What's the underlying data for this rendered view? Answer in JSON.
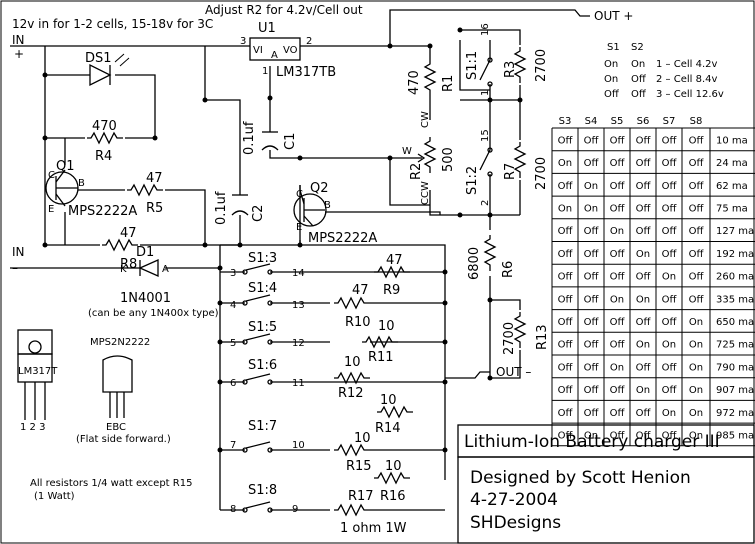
{
  "notes": {
    "adjust": "Adjust R2 for 4.2v/Cell out",
    "input": "12v in for 1-2 cells, 15-18v for 3C",
    "in_plus_1": "IN",
    "in_plus_2": "+",
    "in_minus_1": "IN",
    "in_minus_2": "–",
    "out_plus": "OUT +",
    "out_minus": "OUT –",
    "resistors": "All resistors 1/4 watt except R15",
    "resistors2": "(1 Watt)",
    "diode_note": "(can be any 1N400x type)",
    "flat_side": "(Flat side forward.)"
  },
  "parts": {
    "U1": "U1",
    "U1_model": "LM317TB",
    "U1_vi": "VI",
    "U1_adj": "A",
    "U1_vo": "VO",
    "U1_pin_in": "3",
    "U1_pin_adj": "1",
    "U1_pin_out": "2",
    "DS1": "DS1",
    "R4_val": "470",
    "R4": "R4",
    "Q1": "Q1",
    "Q1_model": "MPS2222A",
    "Q1_c": "C",
    "Q1_b": "B",
    "Q1_e": "E",
    "R5_val": "47",
    "R5": "R5",
    "R8_val": "47",
    "R8": "R8",
    "C1_val": "0.1uf",
    "C1": "C1",
    "C2_val": "0.1uf",
    "C2": "C2",
    "Q2": "Q2",
    "Q2_model": "MPS2222A",
    "Q2_c": "C",
    "Q2_b": "B",
    "Q2_e": "E",
    "D1": "D1",
    "D1_model": "1N4001",
    "D1_k": "K",
    "D1_a": "A",
    "R1_val": "470",
    "R1": "R1",
    "R2_val": "500",
    "R2": "R2",
    "R2_w": "W",
    "R2_cw": "CW",
    "R2_ccw": "CCW",
    "R3_val": "2700",
    "R3": "R3",
    "R7_val": "2700",
    "R7": "R7",
    "R6_val": "6800",
    "R6": "R6",
    "R13_val": "2700",
    "R13": "R13",
    "S1_1": "S1:1",
    "S1_1_p16": "16",
    "S1_1_p1": "1",
    "S1_2": "S1:2",
    "S1_2_p15": "15",
    "S1_2_p2": "2",
    "S1_3": "S1:3",
    "S1_3_pa": "3",
    "S1_3_pb": "14",
    "S1_4": "S1:4",
    "S1_4_pa": "4",
    "S1_4_pb": "13",
    "S1_5": "S1:5",
    "S1_5_pa": "5",
    "S1_5_pb": "12",
    "S1_6": "S1:6",
    "S1_6_pa": "6",
    "S1_6_pb": "11",
    "S1_7": "S1:7",
    "S1_7_pa": "7",
    "S1_7_pb": "10",
    "S1_8": "S1:8",
    "S1_8_pa": "8",
    "S1_8_pb": "9",
    "R9_val": "47",
    "R9": "R9",
    "R10_val": "47",
    "R10": "R10",
    "R11_val": "10",
    "R11": "R11",
    "R12_val": "10",
    "R12": "R12",
    "R14_val": "10",
    "R14": "R14",
    "R15_val": "10",
    "R15": "R15",
    "R16_val": "10",
    "R16": "R16",
    "R17": "R17",
    "R17_val": "1 ohm 1W",
    "pkg_lm317": "LM317T",
    "pkg_lm317_pins": "1 2 3",
    "pkg_2222": "MPS2N2222",
    "pkg_2222_pins": "EBC"
  },
  "cell_table": {
    "headers": [
      "S1",
      "S2"
    ],
    "rows": [
      [
        "On",
        "On",
        "1 – Cell 4.2v"
      ],
      [
        "On",
        "Off",
        "2 – Cell 8.4v"
      ],
      [
        "Off",
        "Off",
        "3 – Cell 12.6v"
      ]
    ]
  },
  "current_table": {
    "headers": [
      "S3",
      "S4",
      "S5",
      "S6",
      "S7",
      "S8"
    ],
    "rows": [
      [
        "Off",
        "Off",
        "Off",
        "Off",
        "Off",
        "Off",
        "10 ma"
      ],
      [
        "On",
        "Off",
        "Off",
        "Off",
        "Off",
        "Off",
        "24 ma"
      ],
      [
        "Off",
        "On",
        "Off",
        "Off",
        "Off",
        "Off",
        "62 ma"
      ],
      [
        "On",
        "On",
        "Off",
        "Off",
        "Off",
        "Off",
        "75 ma"
      ],
      [
        "Off",
        "Off",
        "On",
        "Off",
        "Off",
        "Off",
        "127 ma"
      ],
      [
        "Off",
        "Off",
        "Off",
        "On",
        "Off",
        "Off",
        "192 ma"
      ],
      [
        "Off",
        "Off",
        "Off",
        "Off",
        "On",
        "Off",
        "260 ma"
      ],
      [
        "Off",
        "Off",
        "On",
        "On",
        "Off",
        "Off",
        "335 ma"
      ],
      [
        "Off",
        "Off",
        "Off",
        "Off",
        "Off",
        "On",
        "650 ma"
      ],
      [
        "Off",
        "Off",
        "Off",
        "On",
        "On",
        "On",
        "725 ma"
      ],
      [
        "Off",
        "Off",
        "On",
        "Off",
        "Off",
        "On",
        "790 ma"
      ],
      [
        "Off",
        "Off",
        "Off",
        "On",
        "Off",
        "On",
        "907 ma"
      ],
      [
        "Off",
        "Off",
        "Off",
        "Off",
        "On",
        "On",
        "972 ma"
      ],
      [
        "Off",
        "On",
        "Off",
        "Off",
        "Off",
        "On",
        "985 ma"
      ]
    ]
  },
  "title_block": {
    "title": "Lithium-Ion Battery charger III",
    "line1": "Designed by Scott Henion",
    "line2": "4-27-2004",
    "line3": "SHDesigns"
  }
}
